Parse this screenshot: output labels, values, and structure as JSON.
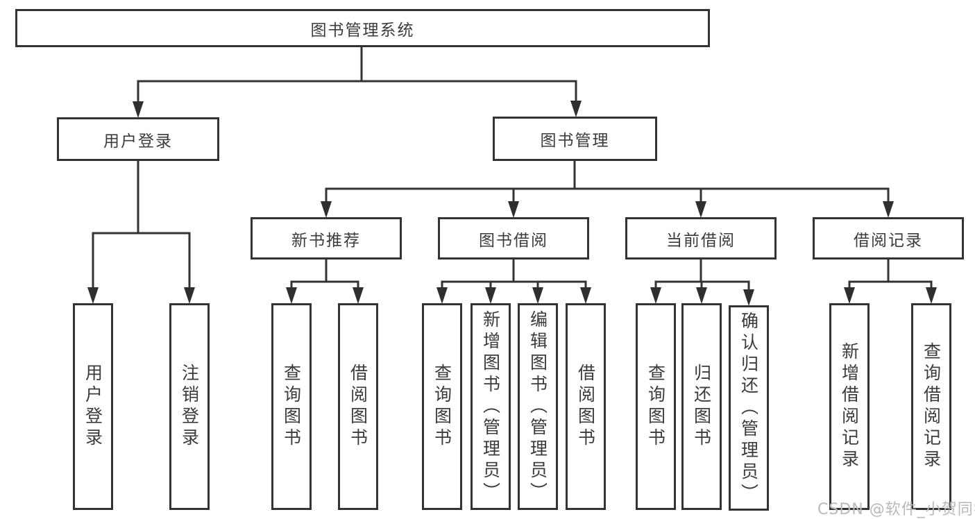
{
  "tree": {
    "root": "图书管理系统",
    "branches": [
      {
        "label": "用户登录",
        "children": [
          "用户登录",
          "注销登录"
        ]
      },
      {
        "label": "图书管理",
        "children": [
          {
            "label": "新书推荐",
            "children": [
              "查询图书",
              "借阅图书"
            ]
          },
          {
            "label": "图书借阅",
            "children": [
              "查询图书",
              "新增图书（管理员）",
              "编辑图书（管理员）",
              "借阅图书"
            ]
          },
          {
            "label": "当前借阅",
            "children": [
              "查询图书",
              "归还图书",
              "确认归还（管理员）"
            ]
          },
          {
            "label": "借阅记录",
            "children": [
              "新增借阅记录",
              "查询借阅记录"
            ]
          }
        ]
      }
    ]
  },
  "watermark": {
    "text": "CSDN @软件_小贺同学",
    "color": "#b9b9b9"
  },
  "colors": {
    "stroke": "#333333",
    "text": "#3b3b3b",
    "background": "#ffffff"
  }
}
